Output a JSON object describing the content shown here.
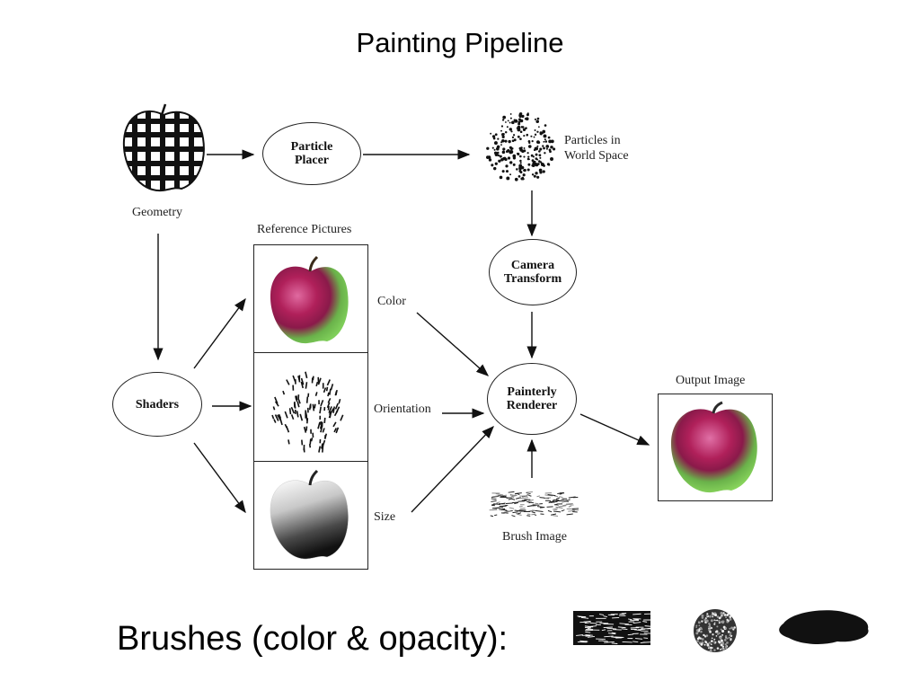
{
  "title": "Painting Pipeline",
  "labels": {
    "geometry": "Geometry",
    "particles_line1": "Particles in",
    "particles_line2": "World Space",
    "reference_pictures": "Reference Pictures",
    "color": "Color",
    "orientation": "Orientation",
    "size": "Size",
    "output_image": "Output Image",
    "brush_image": "Brush Image"
  },
  "nodes": {
    "particle_placer": [
      "Particle",
      "Placer"
    ],
    "camera_transform": [
      "Camera",
      "Transform"
    ],
    "shaders": [
      "Shaders"
    ],
    "painterly_renderer": [
      "Painterly",
      "Renderer"
    ]
  },
  "footer": {
    "brushes_label": "Brushes (color & opacity):"
  },
  "colors": {
    "apple_red": "#b0205a",
    "apple_green": "#7fcf5a",
    "line": "#111111"
  }
}
